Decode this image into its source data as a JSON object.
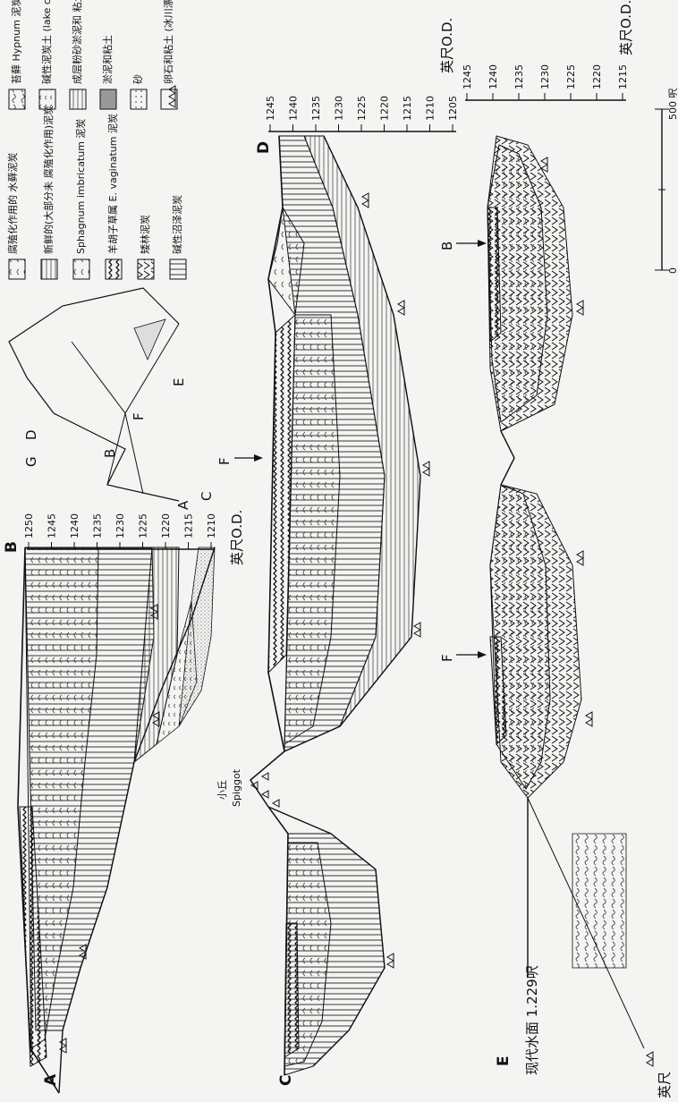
{
  "legend": {
    "peat_humified_moss": "腐殖化作用的\n水藓泥炭",
    "peat_fresh_sphagnum": "新鲜的(大部分未\n腐殖化作用)泥炭",
    "sphagnum_imbricatum": "Sphagnum imbricatum\n泥炭",
    "eriophorum": "羊胡子草属\nE. vaginatum 泥炭",
    "wood_peat": "矮林泥炭",
    "fen_peat": "碱性沼泽泥炭",
    "hypnum": "苔藓\nHypnum 泥炭",
    "lake_chalk": "碱性泥炭土\n(lake chalk)",
    "laminated_clay": "成层粉砂淤泥和\n粘土(粒粉图)",
    "mud_clay": "淤泥和粘土",
    "sand": "砂",
    "gravel": "卵石和粘土\n(冰川漂砾)"
  },
  "section1": {
    "start": "A",
    "end": "B",
    "axis_ticks": [
      "1250",
      "1245",
      "1240",
      "1235",
      "1230",
      "1225",
      "1220",
      "1215",
      "1210"
    ],
    "axis_unit": "英尺O.D."
  },
  "section2": {
    "start": "C",
    "end": "D",
    "hill_label_en": "Spiggot",
    "hill_label_cn": "小丘",
    "marker": "F",
    "axis_ticks": [
      "1245",
      "1240",
      "1235",
      "1230",
      "1225",
      "1220",
      "1215",
      "1210",
      "1205"
    ],
    "axis_unit": "英尺O.D."
  },
  "section3": {
    "start": "E",
    "water_level": "现代水面 1.229呎",
    "markers": [
      "F",
      "B"
    ],
    "axis_ticks": [
      "1245",
      "1240",
      "1235",
      "1230",
      "1225",
      "1220",
      "1215"
    ],
    "axis_unit": "英尺O.D.",
    "scale_start": "0",
    "scale_end": "500 呎"
  },
  "map_labels": [
    "A",
    "B",
    "C",
    "D",
    "E",
    "F",
    "G"
  ],
  "corner_label": "英尺"
}
